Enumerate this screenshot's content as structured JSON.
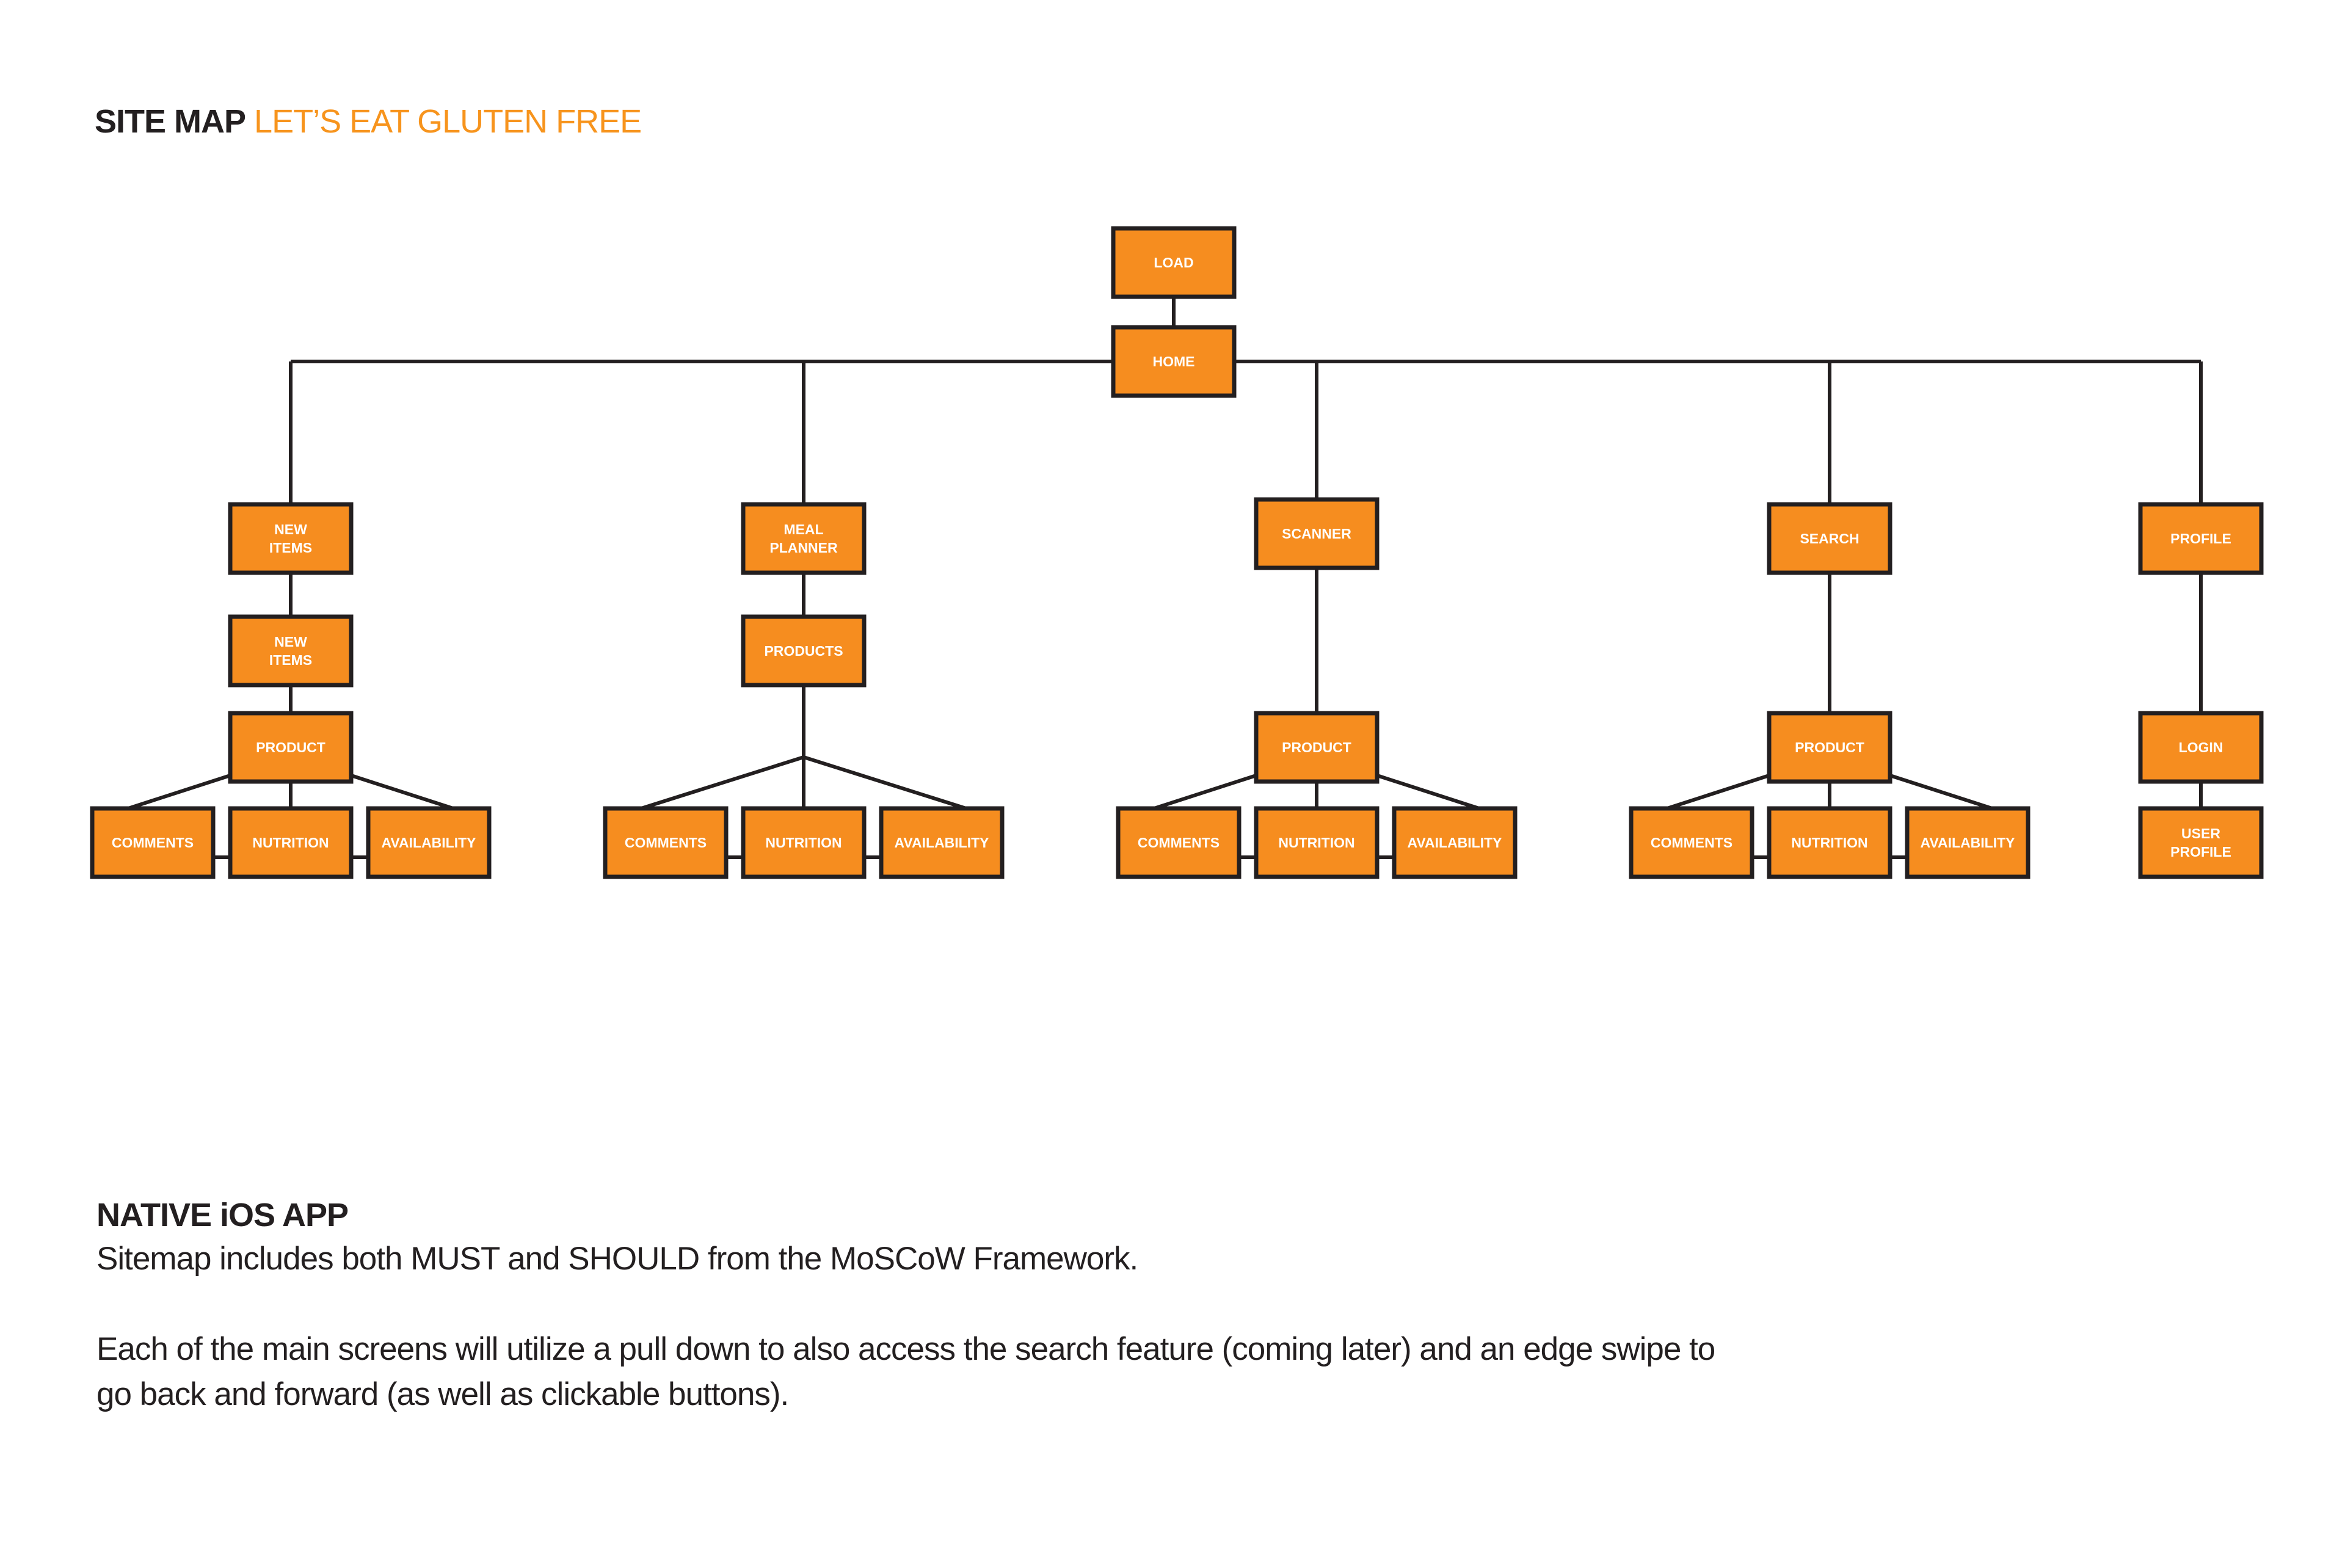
{
  "title": {
    "prefix": "SITE MAP",
    "accent_text": "LET’S EAT GLUTEN FREE"
  },
  "colors": {
    "node_fill": "#f68d1f",
    "node_border": "#231f20",
    "node_text": "#ffffff",
    "accent": "#f7941d",
    "text": "#231f20"
  },
  "sitemap": {
    "root": {
      "id": "load",
      "label": [
        "LOAD"
      ]
    },
    "home": {
      "id": "home",
      "label": [
        "HOME"
      ]
    },
    "branches": [
      {
        "id": "new-items",
        "label": [
          "NEW",
          "ITEMS"
        ],
        "children": [
          {
            "id": "new-items-2",
            "label": [
              "NEW",
              "ITEMS"
            ]
          },
          {
            "id": "product-1",
            "label": [
              "PRODUCT"
            ]
          }
        ],
        "leaves": [
          {
            "label": [
              "COMMENTS"
            ]
          },
          {
            "label": [
              "NUTRITION"
            ]
          },
          {
            "label": [
              "AVAILABILITY"
            ]
          }
        ]
      },
      {
        "id": "meal-planner",
        "label": [
          "MEAL",
          "PLANNER"
        ],
        "children": [
          {
            "id": "products-2",
            "label": [
              "PRODUCTS"
            ]
          }
        ],
        "leaves": [
          {
            "label": [
              "COMMENTS"
            ]
          },
          {
            "label": [
              "NUTRITION"
            ]
          },
          {
            "label": [
              "AVAILABILITY"
            ]
          }
        ]
      },
      {
        "id": "scanner",
        "label": [
          "SCANNER"
        ],
        "children": [
          {
            "id": "product-3",
            "label": [
              "PRODUCT"
            ]
          }
        ],
        "leaves": [
          {
            "label": [
              "COMMENTS"
            ]
          },
          {
            "label": [
              "NUTRITION"
            ]
          },
          {
            "label": [
              "AVAILABILITY"
            ]
          }
        ]
      },
      {
        "id": "search",
        "label": [
          "SEARCH"
        ],
        "children": [
          {
            "id": "product-4",
            "label": [
              "PRODUCT"
            ]
          }
        ],
        "leaves": [
          {
            "label": [
              "COMMENTS"
            ]
          },
          {
            "label": [
              "NUTRITION"
            ]
          },
          {
            "label": [
              "AVAILABILITY"
            ]
          }
        ]
      },
      {
        "id": "profile",
        "label": [
          "PROFILE"
        ],
        "children": [
          {
            "id": "login",
            "label": [
              "LOGIN"
            ]
          },
          {
            "id": "user-profile",
            "label": [
              "USER",
              "PROFILE"
            ]
          }
        ],
        "leaves": []
      }
    ]
  },
  "notes": {
    "heading": "NATIVE iOS APP",
    "line1": "Sitemap includes both MUST and SHOULD from the MoSCoW Framework.",
    "line2a": "Each of the main screens will utilize a pull down to also access the search feature (coming later) and an edge swipe to",
    "line2b": "go back and forward (as well as clickable buttons)."
  }
}
